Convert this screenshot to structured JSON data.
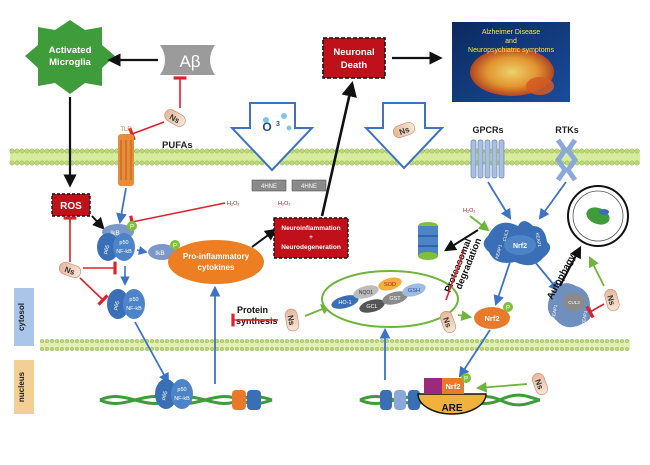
{
  "nodes": {
    "microglia": [
      "Activated",
      "Microglia"
    ],
    "abeta": "Aβ",
    "ns": "Ns",
    "tlr": "TLR",
    "pufas": "PUFAs",
    "ozone": "O",
    "ozone_sub": "3",
    "neuronal_death": [
      "Neuronal",
      "Death"
    ],
    "alzheimer": [
      "Alzheimer Disease",
      "and",
      "Neuropsychiatric symptoms"
    ],
    "gpcrs": "GPCRs",
    "rtks": "RTKs",
    "hne": "4HNE",
    "h2o2": "H₂O₂",
    "ros": "ROS",
    "ikb": "IkB",
    "p": "P",
    "p50": "p50",
    "p65": "p65",
    "nfkb": "NF-kB",
    "neuroinflammation": [
      "Neuroinflammation",
      "+",
      "Neurodegeneration"
    ],
    "pro_inflammatory": [
      "Pro-inflammatory",
      "cytokines"
    ],
    "protein_synthesis": [
      "Protein",
      "synthesis"
    ],
    "enzymes": [
      "HO-1",
      "NQO1",
      "GCL",
      "GST",
      "SOD",
      "GSH"
    ],
    "nrf2": "Nrf2",
    "keap1": "KEAP1",
    "cul3": "CUL3",
    "proteasomal": [
      "Proteasomal",
      "degradation"
    ],
    "autophagy": "Autophagy",
    "are": "ARE",
    "cytosol": "cytosol",
    "nucleus": "nucleus"
  },
  "colors": {
    "microglia": "#3f9c3a",
    "neuronal_death": "#c0101a",
    "ros": "#c0101a",
    "nfkb": "#3a6fb5",
    "nrf2": "#e87a2a",
    "membrane": "#d7ec9d",
    "arrow_black": "#111111",
    "arrow_red": "#e0202a",
    "arrow_blue": "#3d73c6",
    "arrow_green": "#6fb53c",
    "cytokine": "#ee7e22"
  }
}
